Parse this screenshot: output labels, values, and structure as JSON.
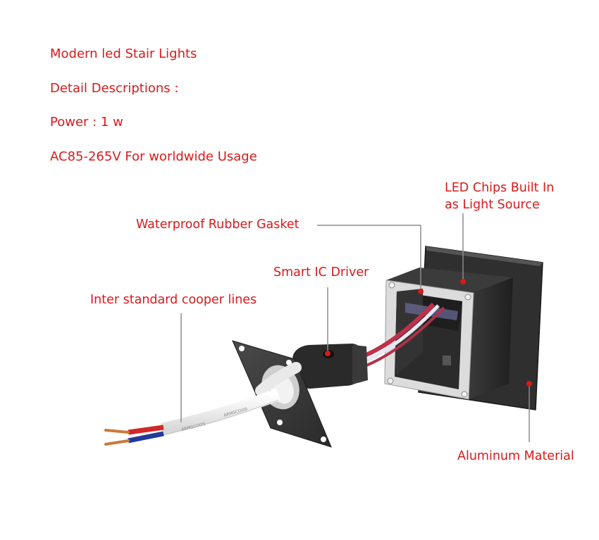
{
  "colors": {
    "label": "#d91a1a",
    "leader": "#8c8c8c"
  },
  "header": {
    "title": "Modern led Stair Lights",
    "subtitle": "Detail Descriptions :",
    "power": "Power : 1 w",
    "voltage": "AC85-265V For worldwide Usage"
  },
  "callouts": {
    "led_chips_line1": "LED Chips Built In",
    "led_chips_line2": "as Light Source",
    "gasket": "Waterproof Rubber Gasket",
    "driver": "Smart IC Driver",
    "cables": "Inter standard cooper lines",
    "material": "Aluminum Material"
  }
}
